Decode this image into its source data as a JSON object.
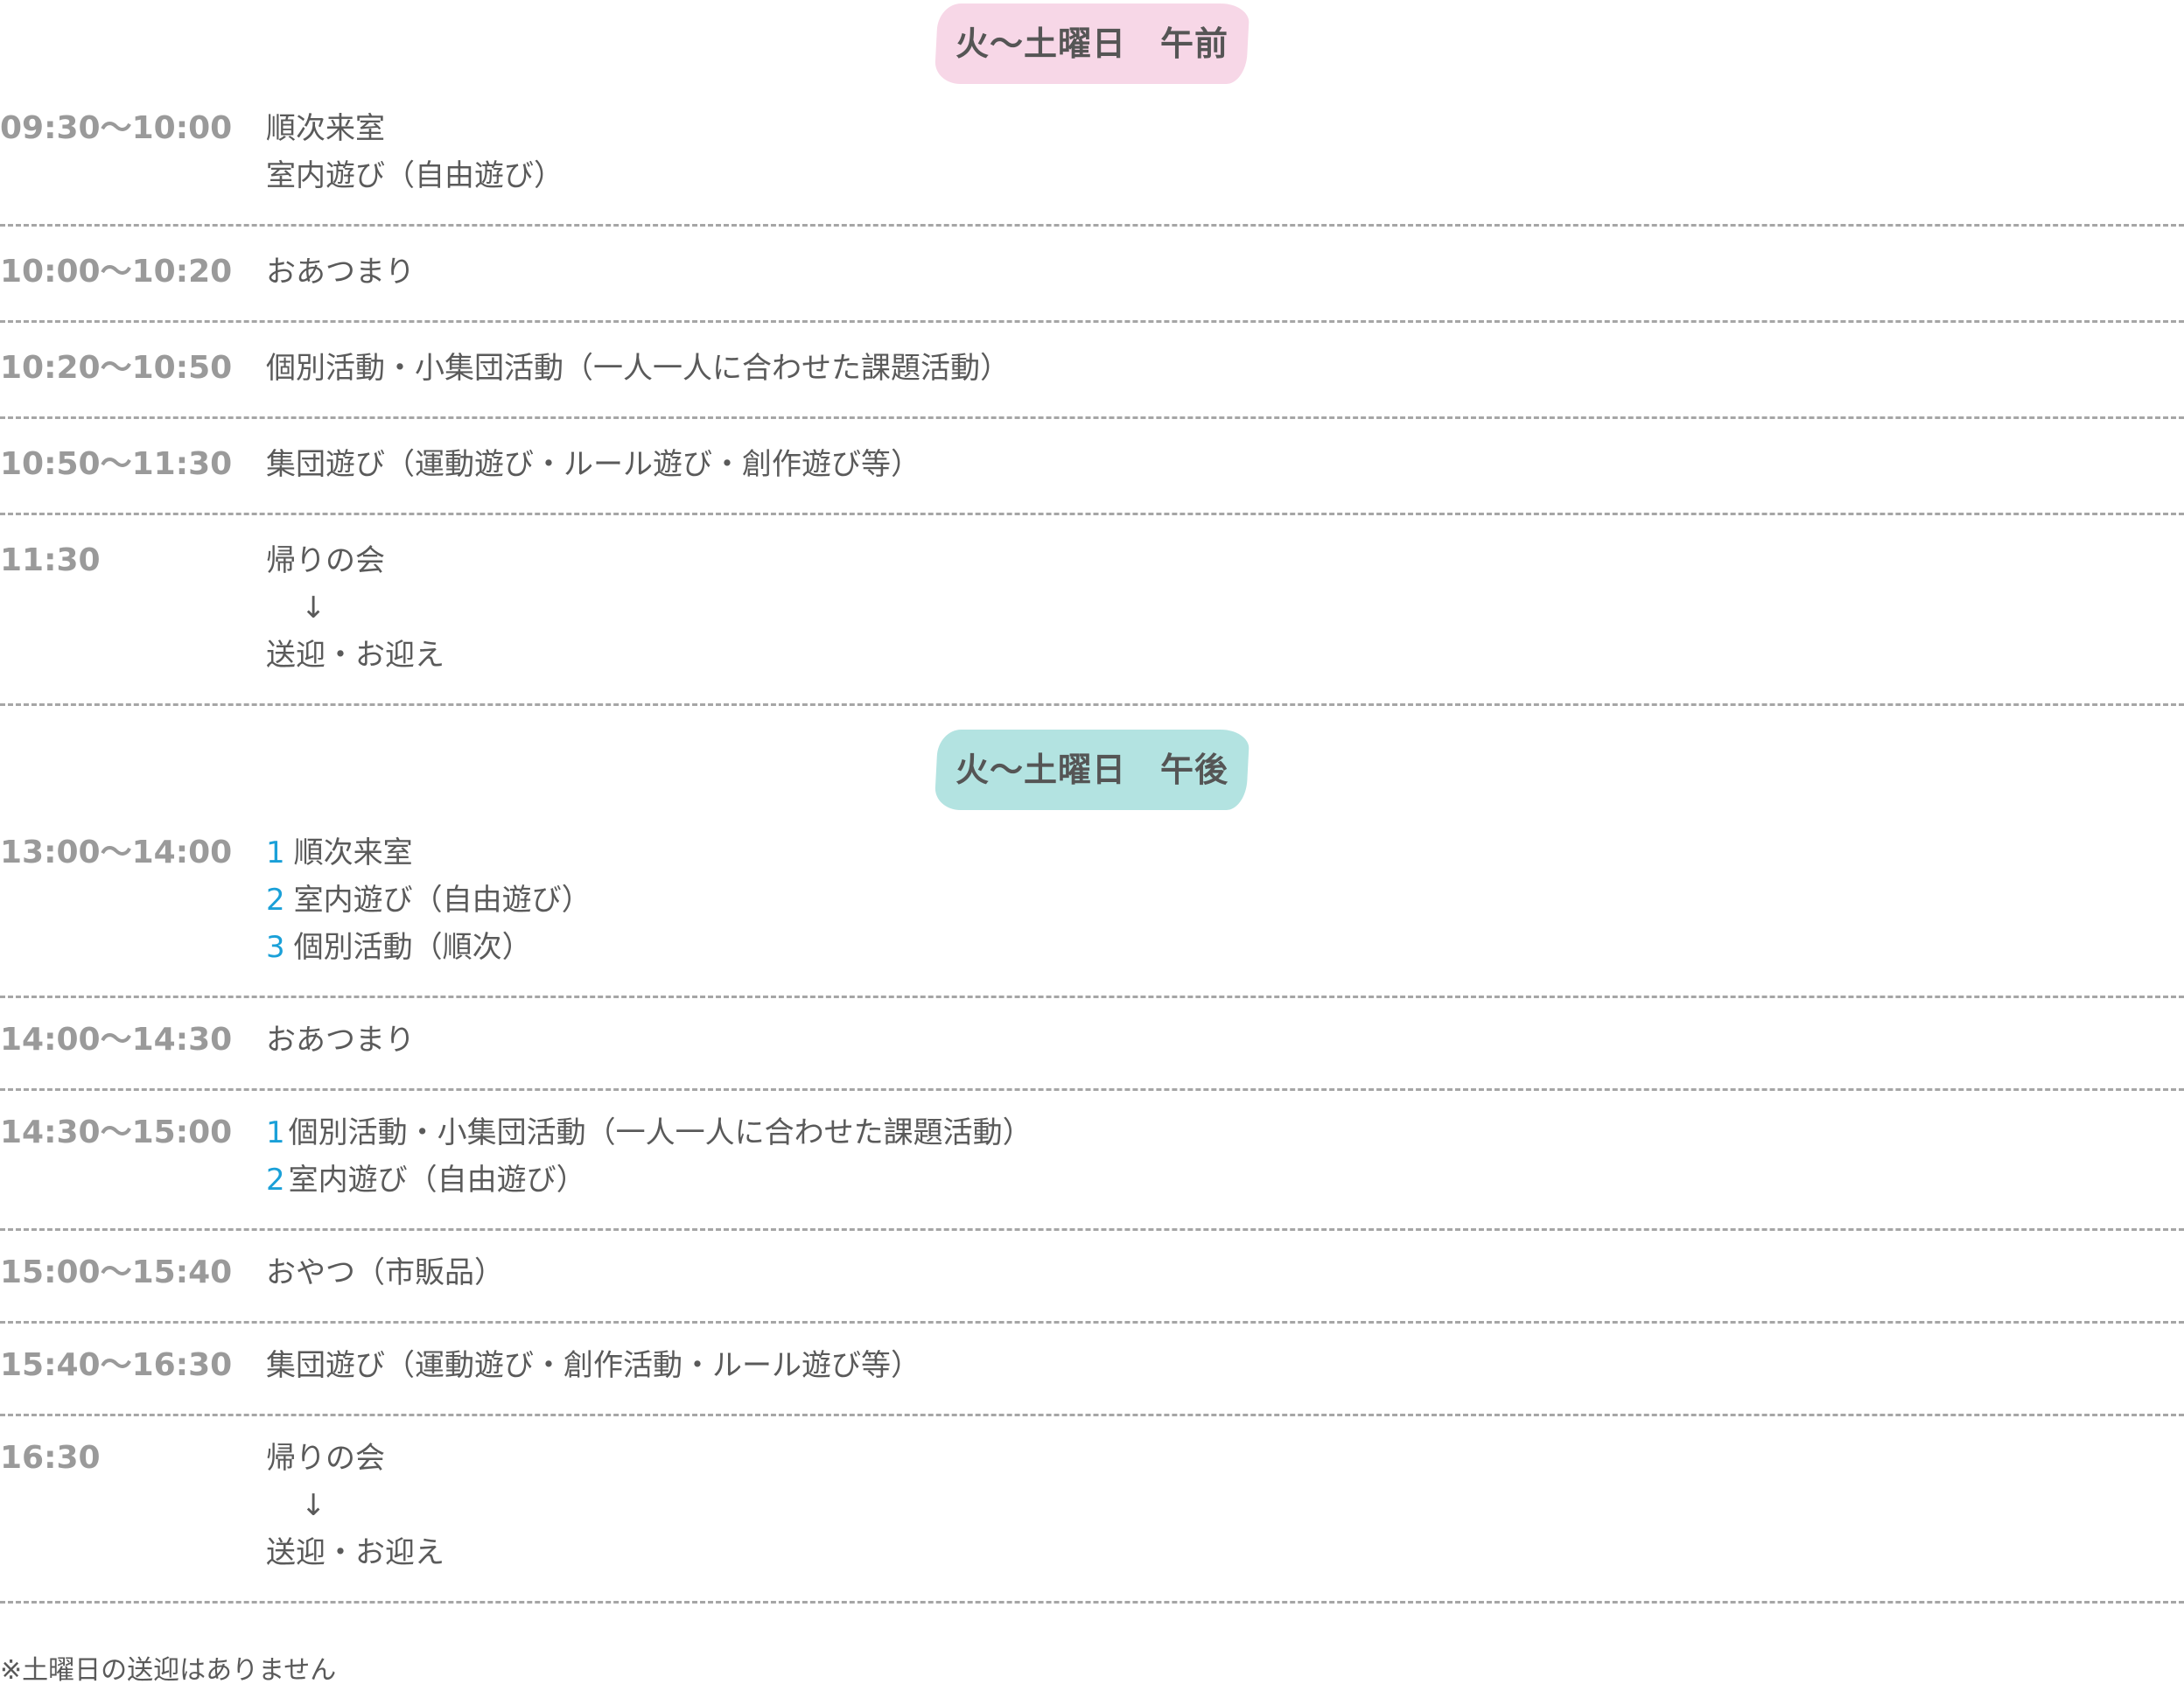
{
  "morning": {
    "title": "火〜土曜日　午前",
    "rows": [
      {
        "time": "09:30〜10:00",
        "lines": [
          "順次来室",
          "室内遊び（自由遊び）"
        ]
      },
      {
        "time": "10:00〜10:20",
        "lines": [
          "おあつまり"
        ]
      },
      {
        "time": "10:20〜10:50",
        "lines": [
          "個別活動・小集団活動（一人一人に合わせた課題活動）"
        ]
      },
      {
        "time": "10:50〜11:30",
        "lines": [
          "集団遊び（運動遊び・ルール遊び・創作遊び等）"
        ]
      },
      {
        "time": "11:30",
        "lines": [
          "帰りの会",
          "↓",
          "送迎・お迎え"
        ]
      }
    ]
  },
  "afternoon": {
    "title": "火〜土曜日　午後",
    "rows": [
      {
        "time": "13:00〜14:00",
        "items": [
          {
            "num": "1",
            "text": "順次来室"
          },
          {
            "num": "2",
            "text": "室内遊び（自由遊び）"
          },
          {
            "num": "3",
            "text": "個別活動（順次）"
          }
        ]
      },
      {
        "time": "14:00〜14:30",
        "lines": [
          "おあつまり"
        ]
      },
      {
        "time": "14:30〜15:00",
        "items": [
          {
            "num": "1",
            "text": "個別活動・小集団活動（一人一人に合わせた課題活動）"
          },
          {
            "num": "2",
            "text": "室内遊び（自由遊び）"
          }
        ]
      },
      {
        "time": "15:00〜15:40",
        "lines": [
          "おやつ（市販品）"
        ]
      },
      {
        "time": "15:40〜16:30",
        "lines": [
          "集団遊び（運動遊び・創作活動・ルール遊び等）"
        ]
      },
      {
        "time": "16:30",
        "lines": [
          "帰りの会",
          "↓",
          "送迎・お迎え"
        ]
      }
    ]
  },
  "colors": {
    "am_pill": "#f7d7e7",
    "pm_pill": "#b3e3e1",
    "number_accent": "#1aa0d8",
    "time_text": "#9a9a9a",
    "body_text": "#5a5a5a",
    "divider": "#a6a6a6"
  },
  "footer": {
    "note": "※土曜日の送迎はありません"
  }
}
